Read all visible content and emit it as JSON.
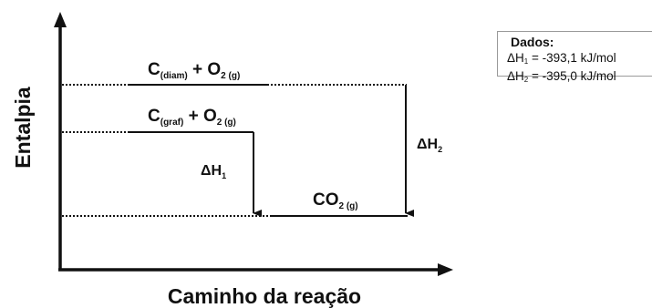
{
  "axes": {
    "y_title": "Entalpia",
    "x_title": "Caminho da reação"
  },
  "levels": {
    "diamond": {
      "symbol": "C",
      "subscript": "(diam)",
      "plus": " + ",
      "o2_symbol": "O",
      "o2_subscript": "2 (g)"
    },
    "graphite": {
      "symbol": "C",
      "subscript": "(graf)",
      "plus": " + ",
      "o2_symbol": "O",
      "o2_subscript": "2 (g)"
    },
    "product": {
      "symbol": "CO",
      "subscript": "2 (g)"
    }
  },
  "arrows": {
    "dh1": {
      "symbol": "ΔH",
      "subscript": "1"
    },
    "dh2": {
      "symbol": "ΔH",
      "subscript": "2"
    }
  },
  "data_box": {
    "title": "Dados:",
    "line1_symbol": "ΔH",
    "line1_subscript": "1",
    "line1_value": " = -393,1 kJ/mol",
    "line2_symbol": "ΔH",
    "line2_subscript": "2",
    "line2_value": " = -395,0 kJ/mol"
  },
  "colors": {
    "ink": "#111111",
    "box_border": "#9a9a9a"
  }
}
